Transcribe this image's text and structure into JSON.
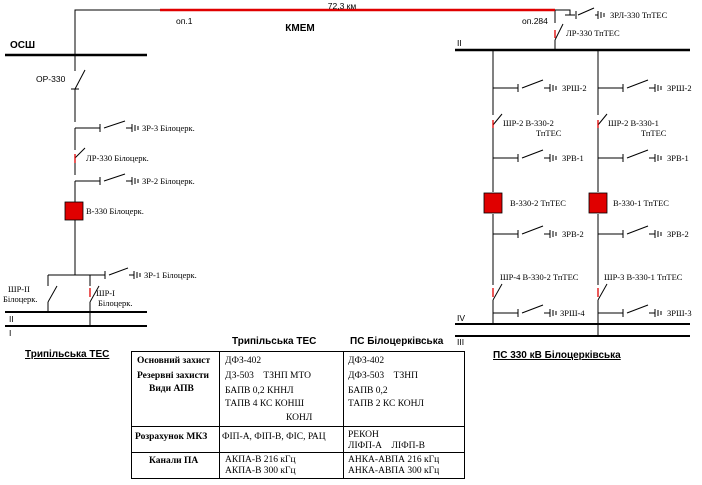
{
  "line": {
    "length": "72,3 км",
    "name": "КМЕМ",
    "pole_left": "оп.1",
    "pole_right": "оп.284",
    "colors": {
      "line": "#e00000",
      "breaker": "#e00000",
      "wire": "#000000"
    }
  },
  "left": {
    "station": "Трипільська ТЕС",
    "osh": "ОСШ",
    "or330": "ОР-330",
    "zr3": "ЗР-3 Білоцерк.",
    "lr330": "ЛР-330 Білоцерк.",
    "zr2": "ЗР-2 Білоцерк.",
    "v330": "В-330 Білоцерк.",
    "zr1": "ЗР-1 Білоцерк.",
    "shr2_a": "ШР-II",
    "shr2_b": "Білоцерк.",
    "shr1_a": "ШР-I",
    "shr1_b": "Білоцерк.",
    "bus_ii": "II",
    "bus_i": "I"
  },
  "right": {
    "station": "ПС 330 кВ Білоцерківська",
    "zrl": "ЗРЛ-330 ТпТЕС",
    "lr": "ЛР-330 ТпТЕС",
    "bus_ii": "II",
    "bus_iv": "IV",
    "bus_iii": "III",
    "zrsh2a": "ЗРШ-2",
    "zrsh2b": "ЗРШ-2",
    "shr2_a": "ШР-2 В-330-2",
    "shr2_b": "ТпТЕС",
    "shr2c_a": "ШР-2 В-330-1",
    "shr2c_b": "ТпТЕС",
    "zrv1a": "ЗРВ-1",
    "zrv1b": "ЗРВ-1",
    "v2": "В-330-2 ТпТЕС",
    "v1": "В-330-1 ТпТЕС",
    "zrv2a": "ЗРВ-2",
    "zrv2b": "ЗРВ-2",
    "shr4": "ШР-4 В-330-2 ТпТЕС",
    "shr3": "ШР-3 В-330-1 ТпТЕС",
    "zrsh4": "ЗРШ-4",
    "zrsh3": "ЗРШ-3"
  },
  "table": {
    "head_left": "Трипільська ТЕС",
    "head_right": "ПС Білоцерківська",
    "rows": [
      {
        "label": "Основний захист",
        "left": "ДФЗ-402",
        "right": "ДФЗ-402"
      },
      {
        "label": "Резервні захисти",
        "left": "ДЗ-503    ТЗНП МТО",
        "right": "ДФЗ-503    ТЗНП"
      },
      {
        "label": "Види АПВ",
        "left": "БАПВ 0,2 КННЛ",
        "right": "БАПВ 0,2"
      },
      {
        "label": "",
        "left": "ТАПВ 4 КС КОНШ",
        "right": "ТАПВ 2 КС КОНЛ"
      },
      {
        "label": "",
        "left": "КОНЛ",
        "right": ""
      },
      {
        "label": "Розрахунок МКЗ",
        "left": "ФІП-А, ФІП-В, ФІС, РАЦ",
        "right": "РЕКОН"
      },
      {
        "label": "",
        "left": "",
        "right": "ЛІФП-А    ЛІФП-В"
      },
      {
        "label": "Канали ПА",
        "left": "АКПА-В 216 кГц",
        "right": "АНКА-АВПА 216 кГц"
      },
      {
        "label": "",
        "left": "АКПА-В 300 кГц",
        "right": "АНКА-АВПА 300 кГц"
      }
    ]
  }
}
